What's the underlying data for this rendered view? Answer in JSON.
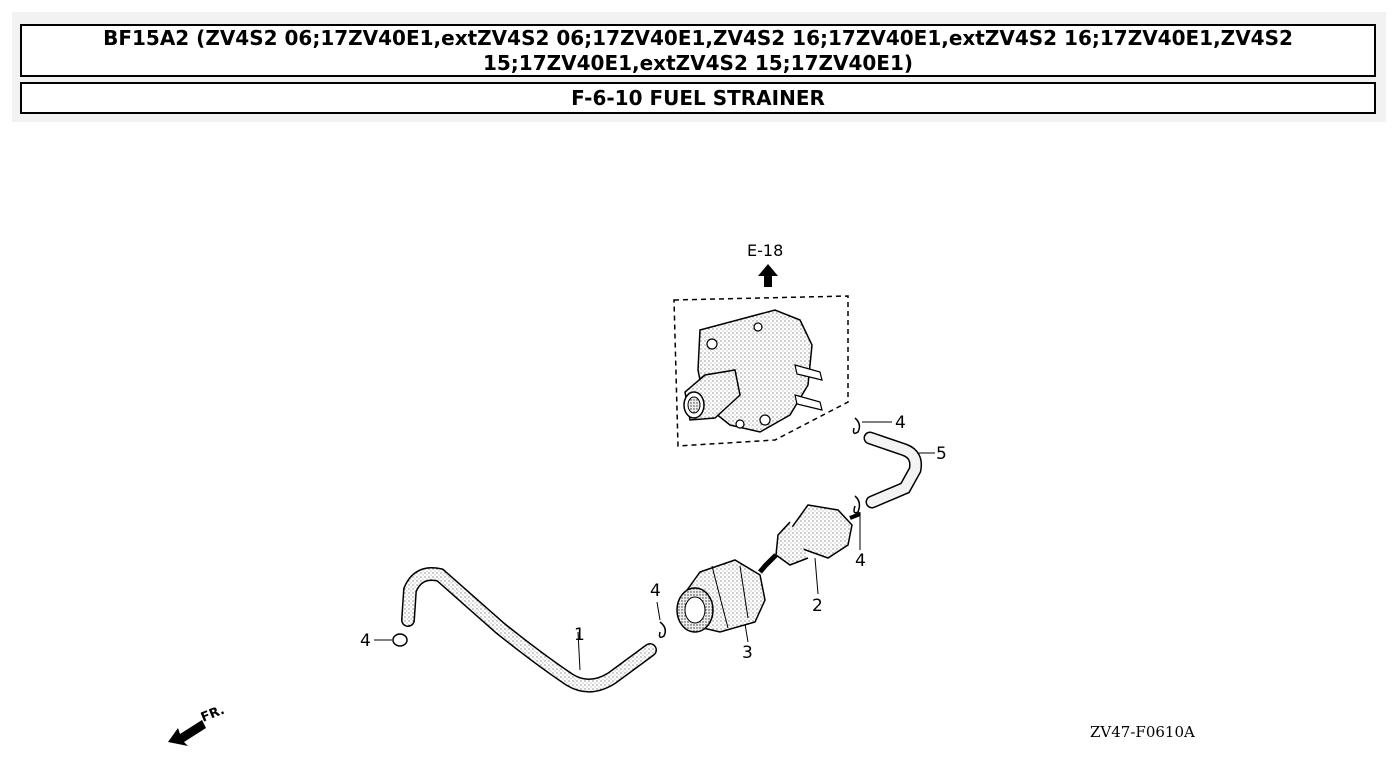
{
  "header": {
    "title": "BF15A2 (ZV4S2 06;17ZV40E1,extZV4S2 06;17ZV40E1,ZV4S2 16;17ZV40E1,extZV4S2 16;17ZV40E1,ZV4S2 15;17ZV40E1,extZV4S2 15;17ZV40E1)",
    "subtitle": "F-6-10 FUEL STRAINER"
  },
  "diagram": {
    "reference": "E-18",
    "direction_label": "FR.",
    "figure_code": "ZV47-F0610A",
    "callouts": {
      "c1": "1",
      "c2": "2",
      "c3": "3",
      "c4a": "4",
      "c4b": "4",
      "c4c": "4",
      "c4d": "4",
      "c5": "5"
    }
  }
}
